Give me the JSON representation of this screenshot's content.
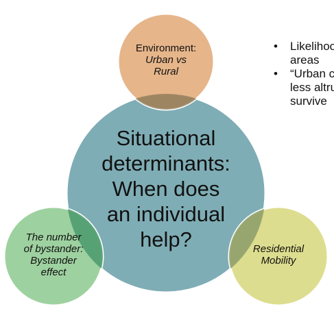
{
  "circles": {
    "environment": {
      "line1": "Environment:",
      "line2": "Urban vs",
      "line3": "Rural",
      "color": "#E2A876"
    },
    "central": {
      "line1": "Situational",
      "line2": "determinants:",
      "line3": "When does",
      "line4": "an individual",
      "line5": "help?",
      "color": "#7FADB5"
    },
    "bystander": {
      "line1": "The number",
      "line2": "of bystander:",
      "line3": "Bystander",
      "line4": "effect",
      "color": "#8DC98F"
    },
    "mobility": {
      "line1": "Residential",
      "line2": "Mobility",
      "color": "#D7D77B"
    }
  },
  "bullets": [
    {
      "bullet": "•",
      "lines": [
        "Likelihoo",
        "areas"
      ]
    },
    {
      "bullet": "•",
      "lines": [
        "“Urban c",
        "less altru",
        "survive"
      ]
    }
  ]
}
